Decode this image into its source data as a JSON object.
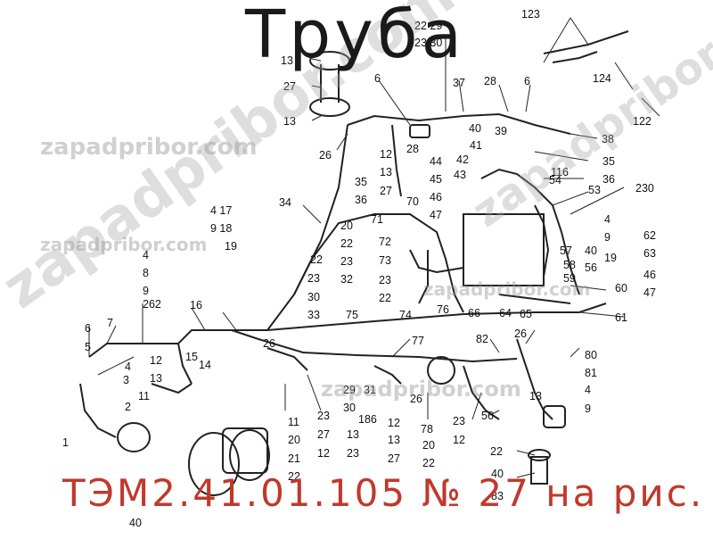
{
  "title": "Труба",
  "caption": "ТЭМ2.41.01.105 № 27 на рис.",
  "watermark": "zapadpribor.com",
  "colors": {
    "title": "#1a1a1a",
    "caption": "#c0392b",
    "lines": "#222222",
    "watermark": "#999999"
  },
  "labels": [
    "13",
    "27",
    "13",
    "26",
    "6",
    "22 29",
    "23 30",
    "37",
    "28",
    "6",
    "123",
    "124",
    "122",
    "38",
    "35",
    "36",
    "40",
    "41",
    "39",
    "44",
    "45",
    "46",
    "47",
    "42",
    "43",
    "70",
    "116",
    "54",
    "53",
    "230",
    "12",
    "13",
    "27",
    "28",
    "34",
    "35",
    "36",
    "4 17",
    "9 18",
    "19",
    "4",
    "8",
    "9",
    "262",
    "20",
    "22",
    "23",
    "32",
    "22",
    "23",
    "30",
    "33",
    "71",
    "72",
    "73",
    "23",
    "22",
    "4",
    "9",
    "19",
    "62",
    "63",
    "46",
    "47",
    "57",
    "58",
    "59",
    "40",
    "56",
    "60",
    "61",
    "75",
    "74",
    "76",
    "66",
    "64",
    "65",
    "16",
    "7",
    "6",
    "5",
    "4",
    "3",
    "12",
    "13",
    "11",
    "15",
    "14",
    "26",
    "2",
    "1",
    "77",
    "82",
    "26",
    "80",
    "81",
    "4",
    "9",
    "31",
    "29",
    "30",
    "186",
    "12",
    "13",
    "27",
    "26",
    "78",
    "20",
    "22",
    "23",
    "12",
    "13",
    "56",
    "11",
    "20",
    "21",
    "22",
    "23",
    "27",
    "12",
    "13",
    "23",
    "22",
    "40",
    "83",
    "40"
  ]
}
